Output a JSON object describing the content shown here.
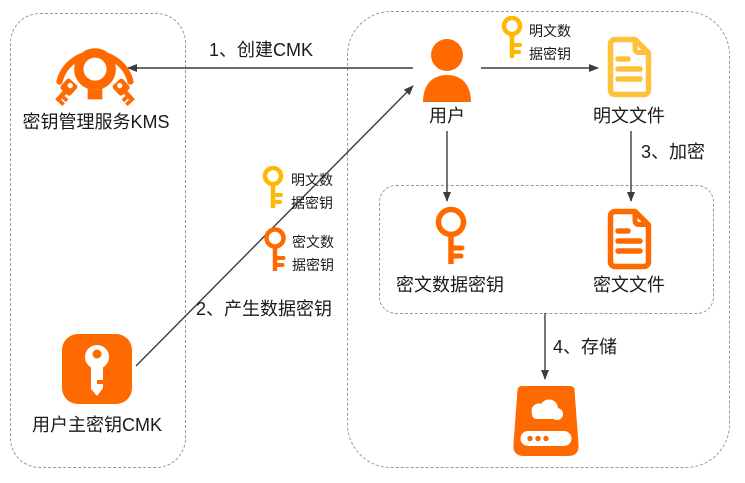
{
  "diagram": {
    "colors": {
      "orange": "#FF6A00",
      "amber": "#FFB800",
      "doc": "#FFC13B",
      "line": "#3d3d3d",
      "border": "#999999"
    },
    "nodes": {
      "kms": "密钥管理服务KMS",
      "cmk": "用户主密钥CMK",
      "user": "用户",
      "plain_file": "明文文件",
      "cipher_file": "密文文件",
      "cipher_data_key": "密文数据密钥"
    },
    "key_captions": {
      "plain_top": "明文数\n据密钥",
      "plain_mid": "明文数\n据密钥",
      "cipher_mid": "密文数\n据密钥"
    },
    "steps": {
      "create_cmk": "1、创建CMK",
      "generate_data_key": "2、产生数据密钥",
      "encrypt": "3、加密",
      "store": "4、存储"
    }
  }
}
